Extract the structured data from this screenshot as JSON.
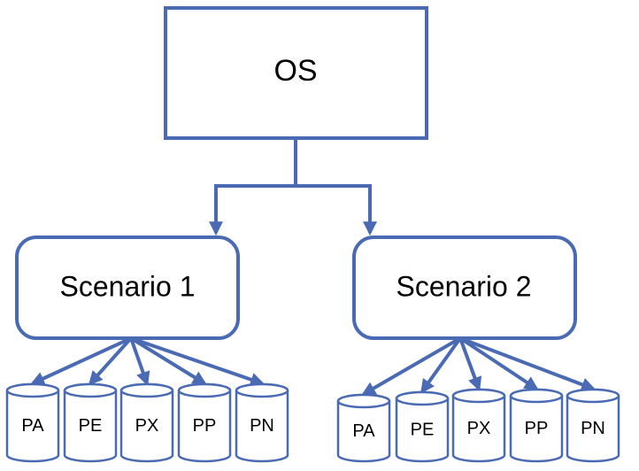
{
  "colors": {
    "stroke": "#4a6ab3",
    "fill": "#ffffff",
    "text": "#000000"
  },
  "root": {
    "label": "OS"
  },
  "scenarios": [
    {
      "label": "Scenario 1",
      "children": [
        "PA",
        "PE",
        "PX",
        "PP",
        "PN"
      ]
    },
    {
      "label": "Scenario 2",
      "children": [
        "PA",
        "PE",
        "PX",
        "PP",
        "PN"
      ]
    }
  ]
}
